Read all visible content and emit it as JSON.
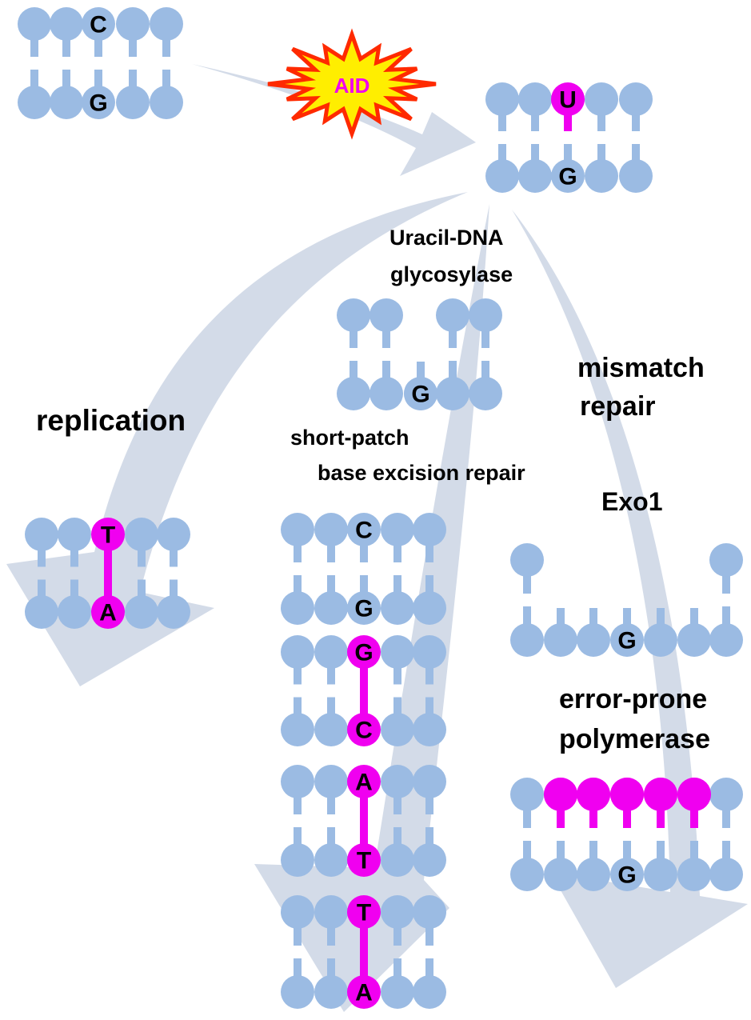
{
  "colors": {
    "strand": "#9bbbe3",
    "modified": "#f000f0",
    "arrow": "#d3dbe8",
    "burst_fill": "#ffee00",
    "burst_stroke": "#ff2a00"
  },
  "enzyme_badge": {
    "label": "AID"
  },
  "labels": {
    "uracil_dna_glycosylase": [
      "Uracil-DNA",
      "glycosylase"
    ],
    "replication": "replication",
    "mismatch_repair": [
      "mismatch",
      "repair"
    ],
    "short_patch_ber": [
      "short-patch",
      "base excision repair"
    ],
    "exo1": "Exo1",
    "error_prone_polymerase": [
      "error-prone",
      "polymerase"
    ]
  },
  "dna": {
    "start": {
      "top": "C",
      "bottom": "G"
    },
    "deaminated": {
      "top": "U",
      "bottom": "G"
    },
    "abasic": {
      "bottom": "G"
    },
    "replicated": {
      "top": "T",
      "bottom": "A"
    },
    "ber_products": [
      {
        "top": "C",
        "bottom": "G"
      },
      {
        "top": "G",
        "bottom": "C"
      },
      {
        "top": "A",
        "bottom": "T"
      },
      {
        "top": "T",
        "bottom": "A"
      }
    ],
    "exo1_gap": {
      "bottom": "G"
    },
    "polymerase_fill": {
      "bottom": "G"
    }
  }
}
